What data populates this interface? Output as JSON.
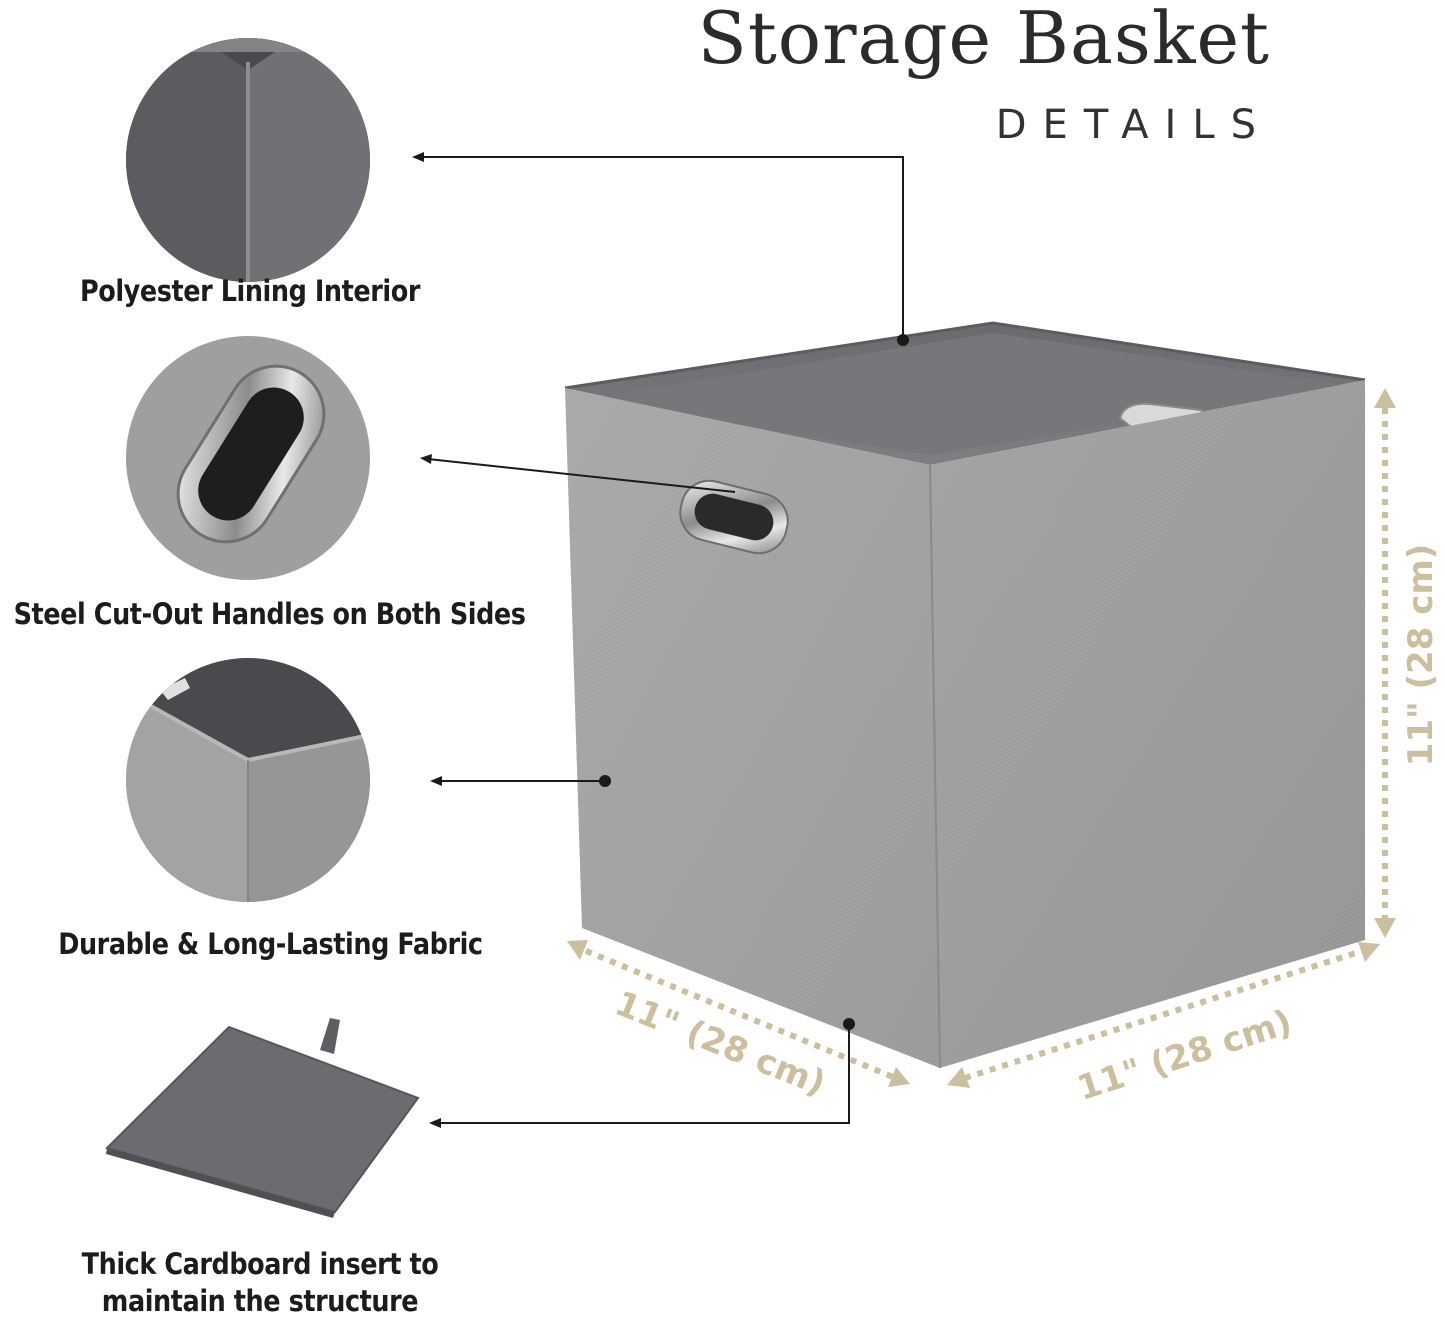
{
  "header": {
    "title": "Storage Basket",
    "subtitle": "DETAILS"
  },
  "features": [
    {
      "label": "Polyester Lining Interior",
      "icon": "polyester-lining-closeup"
    },
    {
      "label": "Steel Cut-Out Handles on Both Sides",
      "icon": "steel-handle-closeup"
    },
    {
      "label": "Durable & Long-Lasting Fabric",
      "icon": "fabric-corner-closeup"
    },
    {
      "label": "Thick Cardboard insert to",
      "label2": "maintain the structure",
      "icon": "cardboard-insert"
    }
  ],
  "dimensions": {
    "height": "11\" (28 cm)",
    "depth": "11\" (28 cm)",
    "width": "11\" (28 cm)"
  },
  "colors": {
    "fabric": "#9a9a9a",
    "lining": "#6f6f73",
    "dimension_line": "#cbbf9f",
    "callout_line": "#1a1a1a",
    "text": "#1c1c1c"
  }
}
